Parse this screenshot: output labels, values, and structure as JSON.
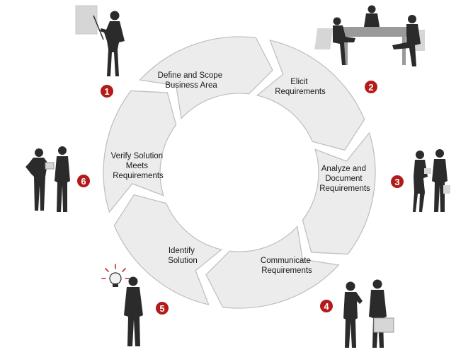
{
  "steps": [
    {
      "number": "1",
      "label_lines": [
        "Define and Scope",
        "Business Area"
      ]
    },
    {
      "number": "2",
      "label_lines": [
        "Elicit",
        "Requirements"
      ]
    },
    {
      "number": "3",
      "label_lines": [
        "Analyze and",
        "Document",
        "Requirements"
      ]
    },
    {
      "number": "4",
      "label_lines": [
        "Communicate",
        "Requirements"
      ]
    },
    {
      "number": "5",
      "label_lines": [
        "Identify",
        "Solution"
      ]
    },
    {
      "number": "6",
      "label_lines": [
        "Verify Solution",
        "Meets",
        "Requirements"
      ]
    }
  ],
  "colors": {
    "segment_fill": "#ececec",
    "segment_stroke": "#bdbdbd",
    "badge": "#b31b1b",
    "silhouette": "#2b2b2b"
  },
  "icons": [
    "presenter-icon",
    "meeting-table-icon",
    "two-people-notepad-icon",
    "two-businessmen-briefcase-icon",
    "lightbulb-idea-icon",
    "two-people-document-icon"
  ]
}
